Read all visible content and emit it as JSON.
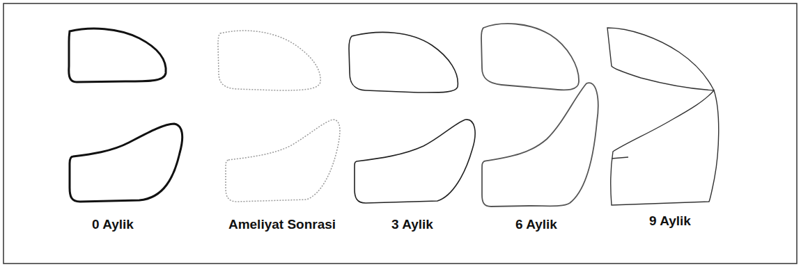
{
  "diagram": {
    "labels": [
      "0 Aylik",
      "Ameliyat Sonrasi",
      "3 Aylik",
      "6 Aylik",
      "9 Aylik"
    ]
  }
}
